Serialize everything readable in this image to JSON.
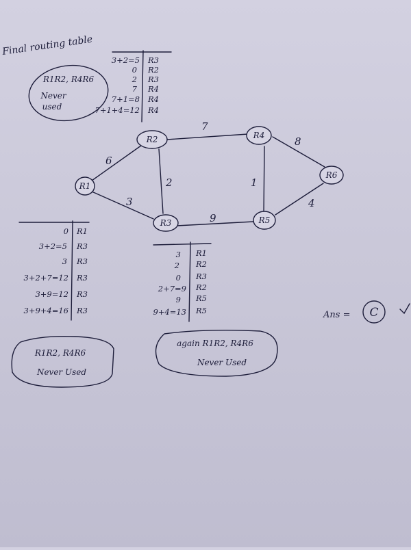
{
  "title": "Final routing table",
  "graph": {
    "nodes": [
      "R1",
      "R2",
      "R3",
      "R4",
      "R5",
      "R6"
    ],
    "edges": [
      {
        "from": "R1",
        "to": "R2",
        "weight": "6"
      },
      {
        "from": "R1",
        "to": "R3",
        "weight": "3"
      },
      {
        "from": "R2",
        "to": "R3",
        "weight": "2"
      },
      {
        "from": "R2",
        "to": "R4",
        "weight": "7"
      },
      {
        "from": "R3",
        "to": "R5",
        "weight": "9"
      },
      {
        "from": "R4",
        "to": "R5",
        "weight": "1"
      },
      {
        "from": "R4",
        "to": "R6",
        "weight": "8"
      },
      {
        "from": "R5",
        "to": "R6",
        "weight": "4"
      }
    ]
  },
  "tables": {
    "r2": {
      "rows": [
        {
          "cost": "3+2=5",
          "next": "R3"
        },
        {
          "cost": "0",
          "next": "R2"
        },
        {
          "cost": "2",
          "next": "R3"
        },
        {
          "cost": "7",
          "next": "R4"
        },
        {
          "cost": "7+1=8",
          "next": "R4"
        },
        {
          "cost": "7+1+4=12",
          "next": "R4"
        }
      ],
      "note_links": "R1R2, R4R6",
      "note_text_1": "Never",
      "note_text_2": "used"
    },
    "r1": {
      "rows": [
        {
          "cost": "0",
          "next": "R1"
        },
        {
          "cost": "3+2=5",
          "next": "R3"
        },
        {
          "cost": "3",
          "next": "R3"
        },
        {
          "cost": "3+2+7=12",
          "next": "R3"
        },
        {
          "cost": "3+9=12",
          "next": "R3"
        },
        {
          "cost": "3+9+4=16",
          "next": "R3"
        }
      ],
      "note_links": "R1R2, R4R6",
      "note_text": "Never Used"
    },
    "r3": {
      "rows": [
        {
          "cost": "3",
          "next": "R1"
        },
        {
          "cost": "2",
          "next": "R2"
        },
        {
          "cost": "0",
          "next": "R3"
        },
        {
          "cost": "2+7=9",
          "next": "R2"
        },
        {
          "cost": "9",
          "next": "R5"
        },
        {
          "cost": "9+4=13",
          "next": "R5"
        }
      ],
      "note_line_1": "again R1R2, R4R6",
      "note_line_2": "Never Used"
    }
  },
  "answer": {
    "label": "Ans =",
    "value": "C"
  }
}
